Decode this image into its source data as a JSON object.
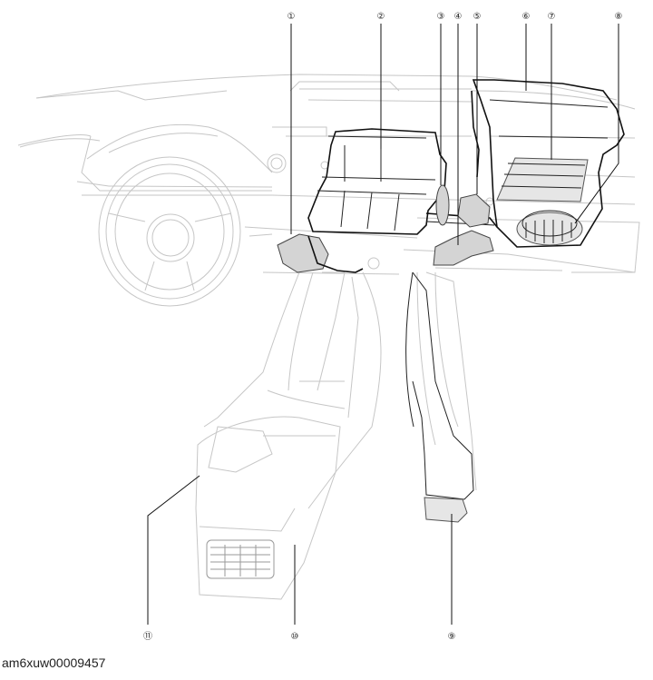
{
  "callouts": [
    {
      "id": 1,
      "glyph": "①"
    },
    {
      "id": 2,
      "glyph": "②"
    },
    {
      "id": 3,
      "glyph": "③"
    },
    {
      "id": 4,
      "glyph": "④"
    },
    {
      "id": 5,
      "glyph": "⑤"
    },
    {
      "id": 6,
      "glyph": "⑥"
    },
    {
      "id": 7,
      "glyph": "⑦"
    },
    {
      "id": 8,
      "glyph": "⑧"
    },
    {
      "id": 9,
      "glyph": "⑨"
    },
    {
      "id": 10,
      "glyph": "⑩"
    },
    {
      "id": 11,
      "glyph": "⑪"
    }
  ],
  "caption": "am6xuw00009457"
}
